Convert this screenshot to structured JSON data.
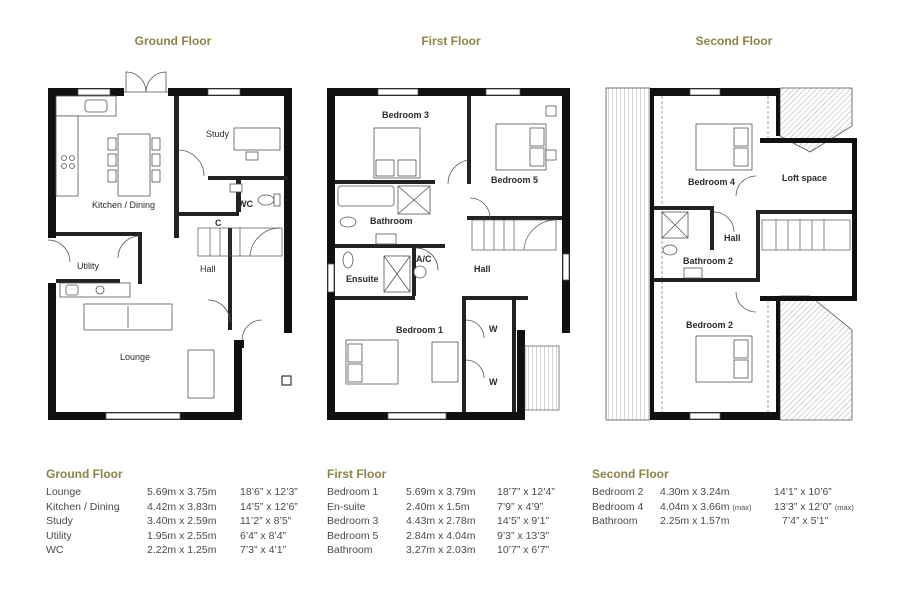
{
  "colors": {
    "accent": "#8c8345",
    "wall": "#111111",
    "line": "#555555",
    "text": "#4a4a4a"
  },
  "floors": [
    {
      "title": "Ground Floor",
      "room_labels": {
        "study": "Study",
        "kitchen": "Kitchen / Dining",
        "wc": "WC",
        "c": "C",
        "utility": "Utility",
        "hall": "Hall",
        "lounge": "Lounge"
      }
    },
    {
      "title": "First Floor",
      "room_labels": {
        "bedroom3": "Bedroom 3",
        "bedroom5": "Bedroom 5",
        "bathroom": "Bathroom",
        "ac": "A/C",
        "ensuite": "Ensuite",
        "hall": "Hall",
        "bedroom1": "Bedroom 1",
        "w1": "W",
        "w2": "W"
      }
    },
    {
      "title": "Second Floor",
      "room_labels": {
        "bedroom4": "Bedroom 4",
        "loft": "Loft space",
        "hall": "Hall",
        "bathroom2": "Bathroom 2",
        "bedroom2": "Bedroom 2"
      }
    }
  ],
  "schedules": [
    {
      "title": "Ground Floor",
      "rows": [
        {
          "room": "Lounge",
          "metric": "5.69m x 3.75m",
          "imperial": "18’6” x 12’3”"
        },
        {
          "room": "Kitchen / Dining",
          "metric": "4.42m x 3.83m",
          "imperial": "14’5” x 12’6”"
        },
        {
          "room": "Study",
          "metric": "3.40m x 2.59m",
          "imperial": "11’2” x 8’5”"
        },
        {
          "room": "Utility",
          "metric": "1.95m x 2.55m",
          "imperial": "6’4” x 8’4”"
        },
        {
          "room": "WC",
          "metric": "2.22m x 1.25m",
          "imperial": "7’3” x 4’1”"
        }
      ]
    },
    {
      "title": "First Floor",
      "rows": [
        {
          "room": "Bedroom 1",
          "metric": "5.69m x 3.79m",
          "imperial": "18’7” x 12’4”"
        },
        {
          "room": "En-suite",
          "metric": "2.40m x 1.5m",
          "imperial": "7’9” x 4’9”"
        },
        {
          "room": "Bedroom 3",
          "metric": "4.43m x 2.78m",
          "imperial": "14’5” x 9’1”"
        },
        {
          "room": "Bedroom 5",
          "metric": "2.84m x 4.04m",
          "imperial": "9’3” x 13’3”"
        },
        {
          "room": "Bathroom",
          "metric": "3.27m x 2.03m",
          "imperial": "10’7” x 6’7”"
        }
      ]
    },
    {
      "title": "Second Floor",
      "rows": [
        {
          "room": "Bedroom 2",
          "metric": "4.30m x 3.24m",
          "metric_note": "",
          "imperial": "14’1” x 10’6”",
          "imperial_note": ""
        },
        {
          "room": "Bedroom 4",
          "metric": "4.04m x 3.66m",
          "metric_note": "(max)",
          "imperial": "13’3” x 12’0”",
          "imperial_note": "(max)"
        },
        {
          "room": "Bathroom",
          "metric": "2.25m x 1.57m",
          "metric_note": "",
          "imperial": "7’4” x 5’1”",
          "imperial_note": ""
        }
      ]
    }
  ]
}
